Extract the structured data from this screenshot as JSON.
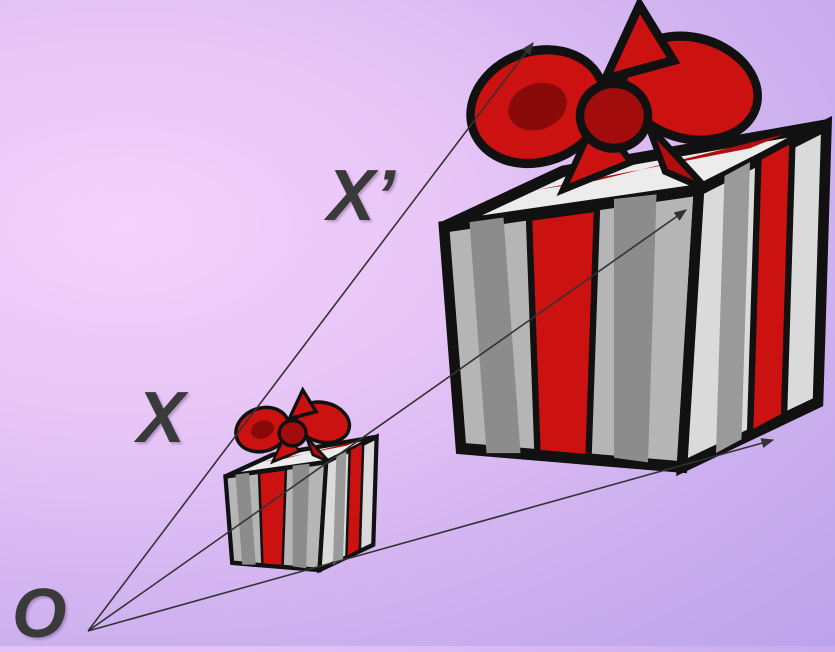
{
  "labels": {
    "origin": "O",
    "point": "X",
    "image_point": "X’"
  },
  "colors": {
    "ray": "#333333",
    "ribbon": "#cc1111",
    "ribbon_dark": "#8a0a0a",
    "box_light": "#e2e2e2",
    "box_mid": "#a9a9a9",
    "box_dark": "#7c7c7c",
    "outline": "#111111"
  }
}
